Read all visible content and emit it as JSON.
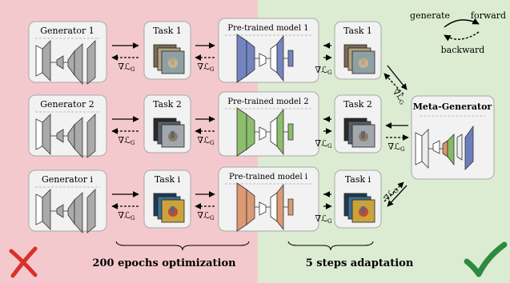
{
  "colors": {
    "left_bg": "#f4c9cd",
    "right_bg": "#dcecd2",
    "box_fill": "#f2f2f2",
    "box_stroke": "#a8a8a8",
    "gen_fill": "#aaaaaa",
    "model1": "#6c7dbd",
    "model2": "#86ba66",
    "modeli": "#d9956b",
    "meta_blue": "#6c7dbd",
    "meta_orange": "#d9956b",
    "meta_green": "#86ba66",
    "cross": "#d9302a",
    "check": "#2e8b3e"
  },
  "legend": {
    "generate": "generate",
    "forward": "forward",
    "backward": "backward"
  },
  "generators": [
    {
      "label": "Generator 1"
    },
    {
      "label": "Generator 2"
    },
    {
      "label": "Generator i"
    }
  ],
  "tasks": [
    {
      "label": "Task 1"
    },
    {
      "label": "Task 2"
    },
    {
      "label": "Task i"
    }
  ],
  "models": [
    {
      "label": "Pre-trained model 1"
    },
    {
      "label": "Pre-trained model 2"
    },
    {
      "label": "Pre-trained model i"
    }
  ],
  "right_tasks": [
    {
      "label": "Task 1"
    },
    {
      "label": "Task 2"
    },
    {
      "label": "Task i"
    }
  ],
  "meta_generator": {
    "label": "Meta-Generator"
  },
  "gradient_label": "∇ℒ",
  "gradient_sub": "G",
  "captions": {
    "left": "200 epochs optimization",
    "right": "5 steps adaptation"
  }
}
